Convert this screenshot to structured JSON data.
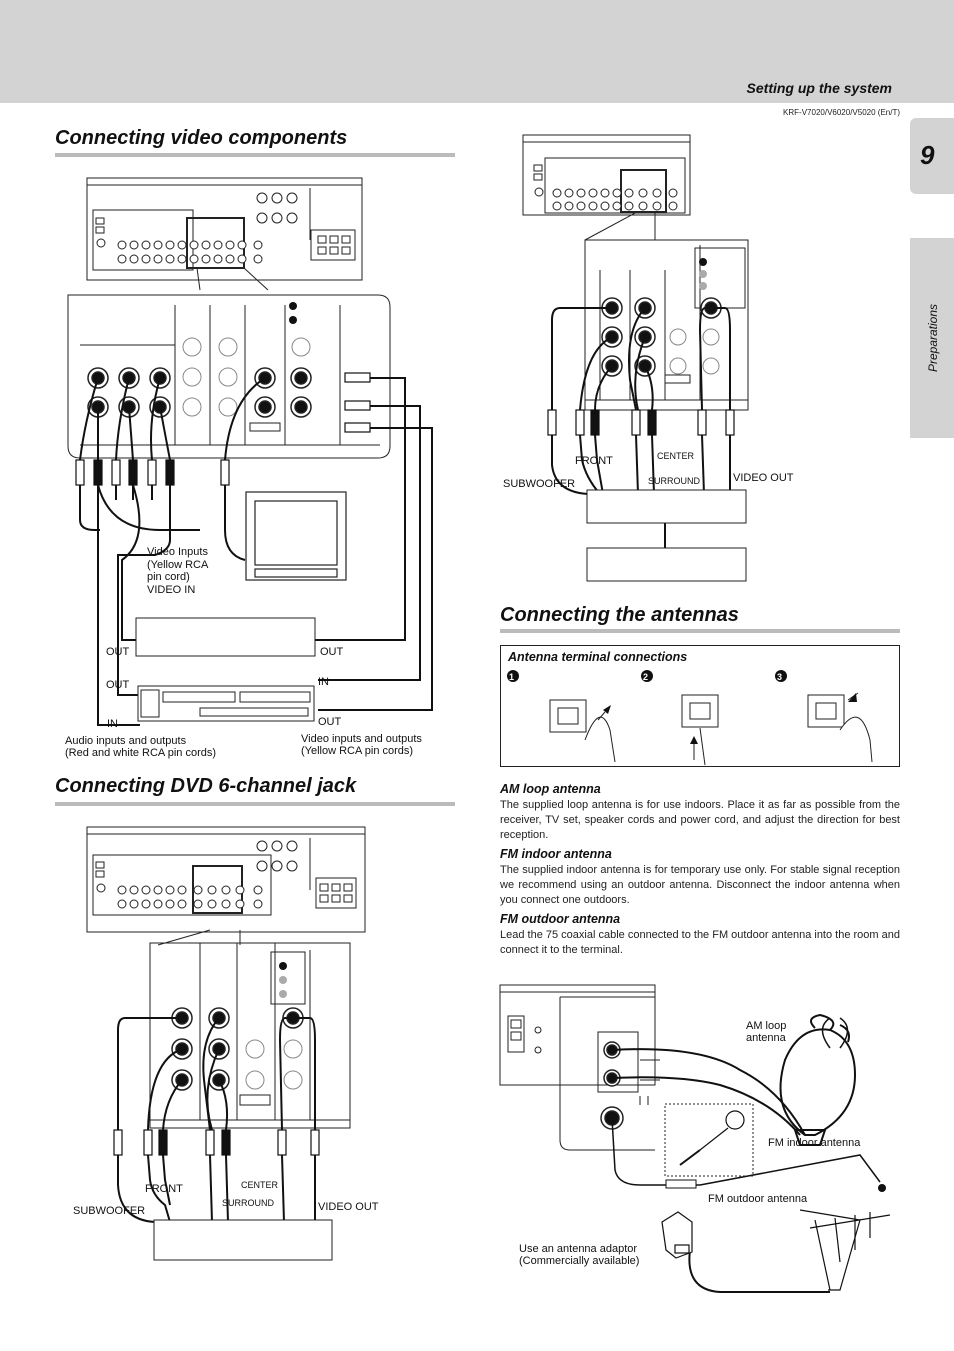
{
  "header": {
    "section_title": "Setting up the system",
    "model": "KRF-V7020/V6020/V5020 (En/T)",
    "page_number": "9",
    "side_tab": "Preparations"
  },
  "video": {
    "heading": "Connecting video components",
    "video_inputs_note": [
      "Video Inputs",
      "(Yellow RCA",
      "pin cord)",
      "VIDEO IN"
    ],
    "out_left_top": "OUT",
    "out_right_top": "OUT",
    "out_left_mid": "OUT",
    "in_right_mid": "IN",
    "in_left_bottom": "IN",
    "out_right_bottom": "OUT",
    "audio_caption": [
      "Audio inputs and outputs",
      "(Red and white RCA pin cords)"
    ],
    "video_caption": [
      "Video inputs and outputs",
      "(Yellow RCA pin cords)"
    ]
  },
  "dvd": {
    "heading": "Connecting DVD 6-channel jack",
    "front": "FRONT",
    "center": "CENTER",
    "surround": "SURROUND",
    "subwoofer": "SUBWOOFER",
    "video_out": "VIDEO OUT"
  },
  "dvd_top": {
    "front": "FRONT",
    "center": "CENTER",
    "surround": "SURROUND",
    "subwoofer": "SUBWOOFER",
    "video_out": "VIDEO OUT"
  },
  "antennas": {
    "heading": "Connecting the antennas",
    "terminal_title": "Antenna terminal connections",
    "steps": [
      "1",
      "2",
      "3"
    ],
    "am_title": "AM loop antenna",
    "am_text": "The supplied loop antenna is for use indoors. Place it as far as possible from the receiver, TV set, speaker cords and power cord, and adjust the direction for best reception.",
    "fm_in_title": "FM indoor antenna",
    "fm_in_text": "The supplied indoor antenna is for temporary use only. For stable signal reception we recommend using an outdoor antenna. Disconnect the indoor antenna when you connect one outdoors.",
    "fm_out_title": "FM outdoor antenna",
    "fm_out_text": "Lead the 75    coaxial cable connected to the FM outdoor antenna into the room and connect it to the                  terminal.",
    "am_loop_label": [
      "AM loop",
      "antenna"
    ],
    "fm_indoor_label": "FM indoor antenna",
    "fm_outdoor_label": "FM outdoor antenna",
    "adaptor_label": [
      "Use an antenna adaptor",
      "(Commercially available)"
    ]
  }
}
